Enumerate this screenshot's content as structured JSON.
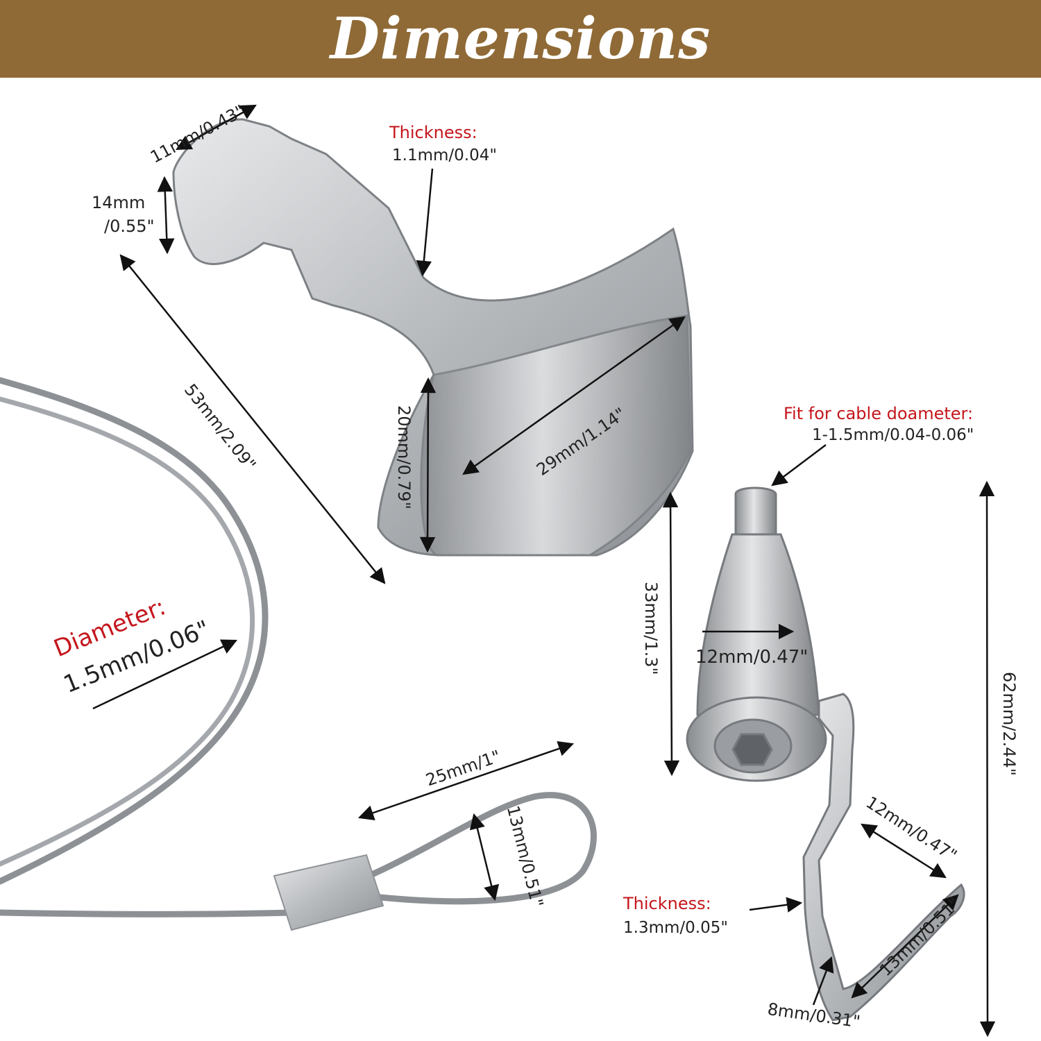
{
  "banner": {
    "title": "Dimensions",
    "color": "#8f6a36"
  },
  "accent_color": "#c4161c",
  "hook": {
    "width": "11mm/0.43\"",
    "height_top_1": "14mm",
    "height_top_2": "/0.55\"",
    "length": "53mm/2.09\"",
    "lip_height": "20mm/0.79\"",
    "lip_width": "29mm/1.14\"",
    "thickness_label": "Thickness:",
    "thickness_value": "1.1mm/0.04\""
  },
  "gripper": {
    "fit_label": "Fit for cable doameter:",
    "fit_value": "1-1.5mm/0.04-0.06\"",
    "body_height": "33mm/1.3\"",
    "body_width": "12mm/0.47\"",
    "total_height": "62mm/2.44\"",
    "hook_width": "12mm/0.47\"",
    "hook_depth": "13mm/0.51\"",
    "hook_gap": "8mm/0.31\"",
    "thickness_label": "Thickness:",
    "thickness_value": "1.3mm/0.05\""
  },
  "cable": {
    "diameter_label": "Diameter:",
    "diameter_value": "1.5mm/0.06\"",
    "loop_length": "25mm/1\"",
    "loop_width": "13mm/0.51\""
  }
}
